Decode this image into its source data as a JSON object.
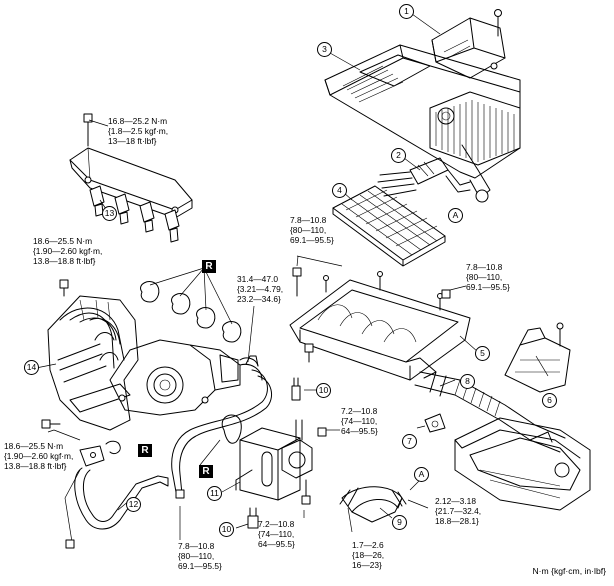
{
  "callouts": {
    "c1": "1",
    "c2": "2",
    "c3": "3",
    "c4": "4",
    "c5": "5",
    "c6": "6",
    "c7": "7",
    "c8": "8",
    "c9": "9",
    "c10a": "10",
    "c10b": "10",
    "c11": "11",
    "c12": "12",
    "c13": "13",
    "c14": "14"
  },
  "connectors": {
    "a_upper": "A",
    "a_lower": "A"
  },
  "replace_badges": {
    "r1": "R",
    "r2": "R",
    "r3": "R"
  },
  "torque_specs": {
    "fuel_rail": "16.8—25.2 N·m\n{1.8—2.5 kgf·m,\n13—18 ft·lbf}",
    "cleaner_center": "7.8—10.8\n{80—110,\n69.1—95.5}",
    "cleaner_right": "7.8—10.8\n{80—110,\n69.1—95.5}",
    "manifold_upper": "18.6—25.5 N·m\n{1.90—2.60 kgf·m,\n13.8—18.8 ft·lbf}",
    "throttle": "31.4—47.0\n{3.21—4.79,\n23.2—34.6}",
    "bracket_right": "7.2—10.8\n{74—110,\n64—95.5}",
    "manifold_lower": "18.6—25.5 N·m\n{1.90—2.60 kgf·m,\n13.8—18.8 ft·lbf}",
    "bracket_lower": "7.2—10.8\n{74—110,\n64—95.5}",
    "clamp_right": "2.12—3.18\n{21.7—32.4,\n18.8—28.1}",
    "clamp_lower": "1.7—2.6\n{18—26,\n16—23}",
    "pipe_bottom": "7.8—10.8\n{80—110,\n69.1—95.5}"
  },
  "units_legend": "N·m {kgf·cm, in·lbf}"
}
